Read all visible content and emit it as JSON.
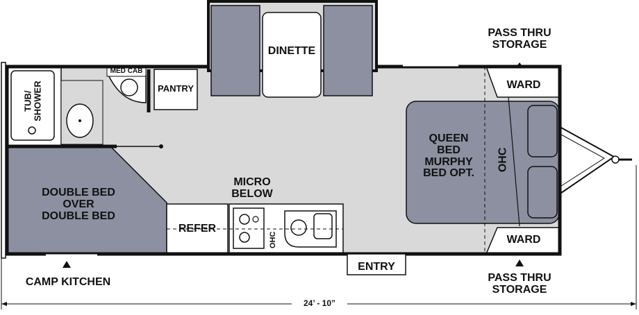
{
  "rooms": {
    "dinette": "DINETTE",
    "pantry": "PANTRY",
    "med_cab": "MED CAB",
    "tub_shower": "TUB/\nSHOWER",
    "double_bed": "DOUBLE BED\nOVER\nDOUBLE BED",
    "micro_below": "MICRO\nBELOW",
    "refer": "REFER",
    "ohc_kitchen": "OHC",
    "queen_bed": "QUEEN\nBED\nMURPHY\nBED OPT.",
    "ohc_bed": "OHC",
    "ward_top": "WARD",
    "ward_bottom": "WARD",
    "entry": "ENTRY"
  },
  "callouts": {
    "pass_thru_top": "PASS THRU\nSTORAGE",
    "pass_thru_bottom": "PASS THRU\nSTORAGE",
    "camp_kitchen": "CAMP KITCHEN"
  },
  "dimension": {
    "length": "24’ - 10”"
  },
  "colors": {
    "wall": "#111111",
    "floor": "#d9d9da",
    "furniture": "#8c90a0",
    "cabinet": "#ffffff"
  }
}
